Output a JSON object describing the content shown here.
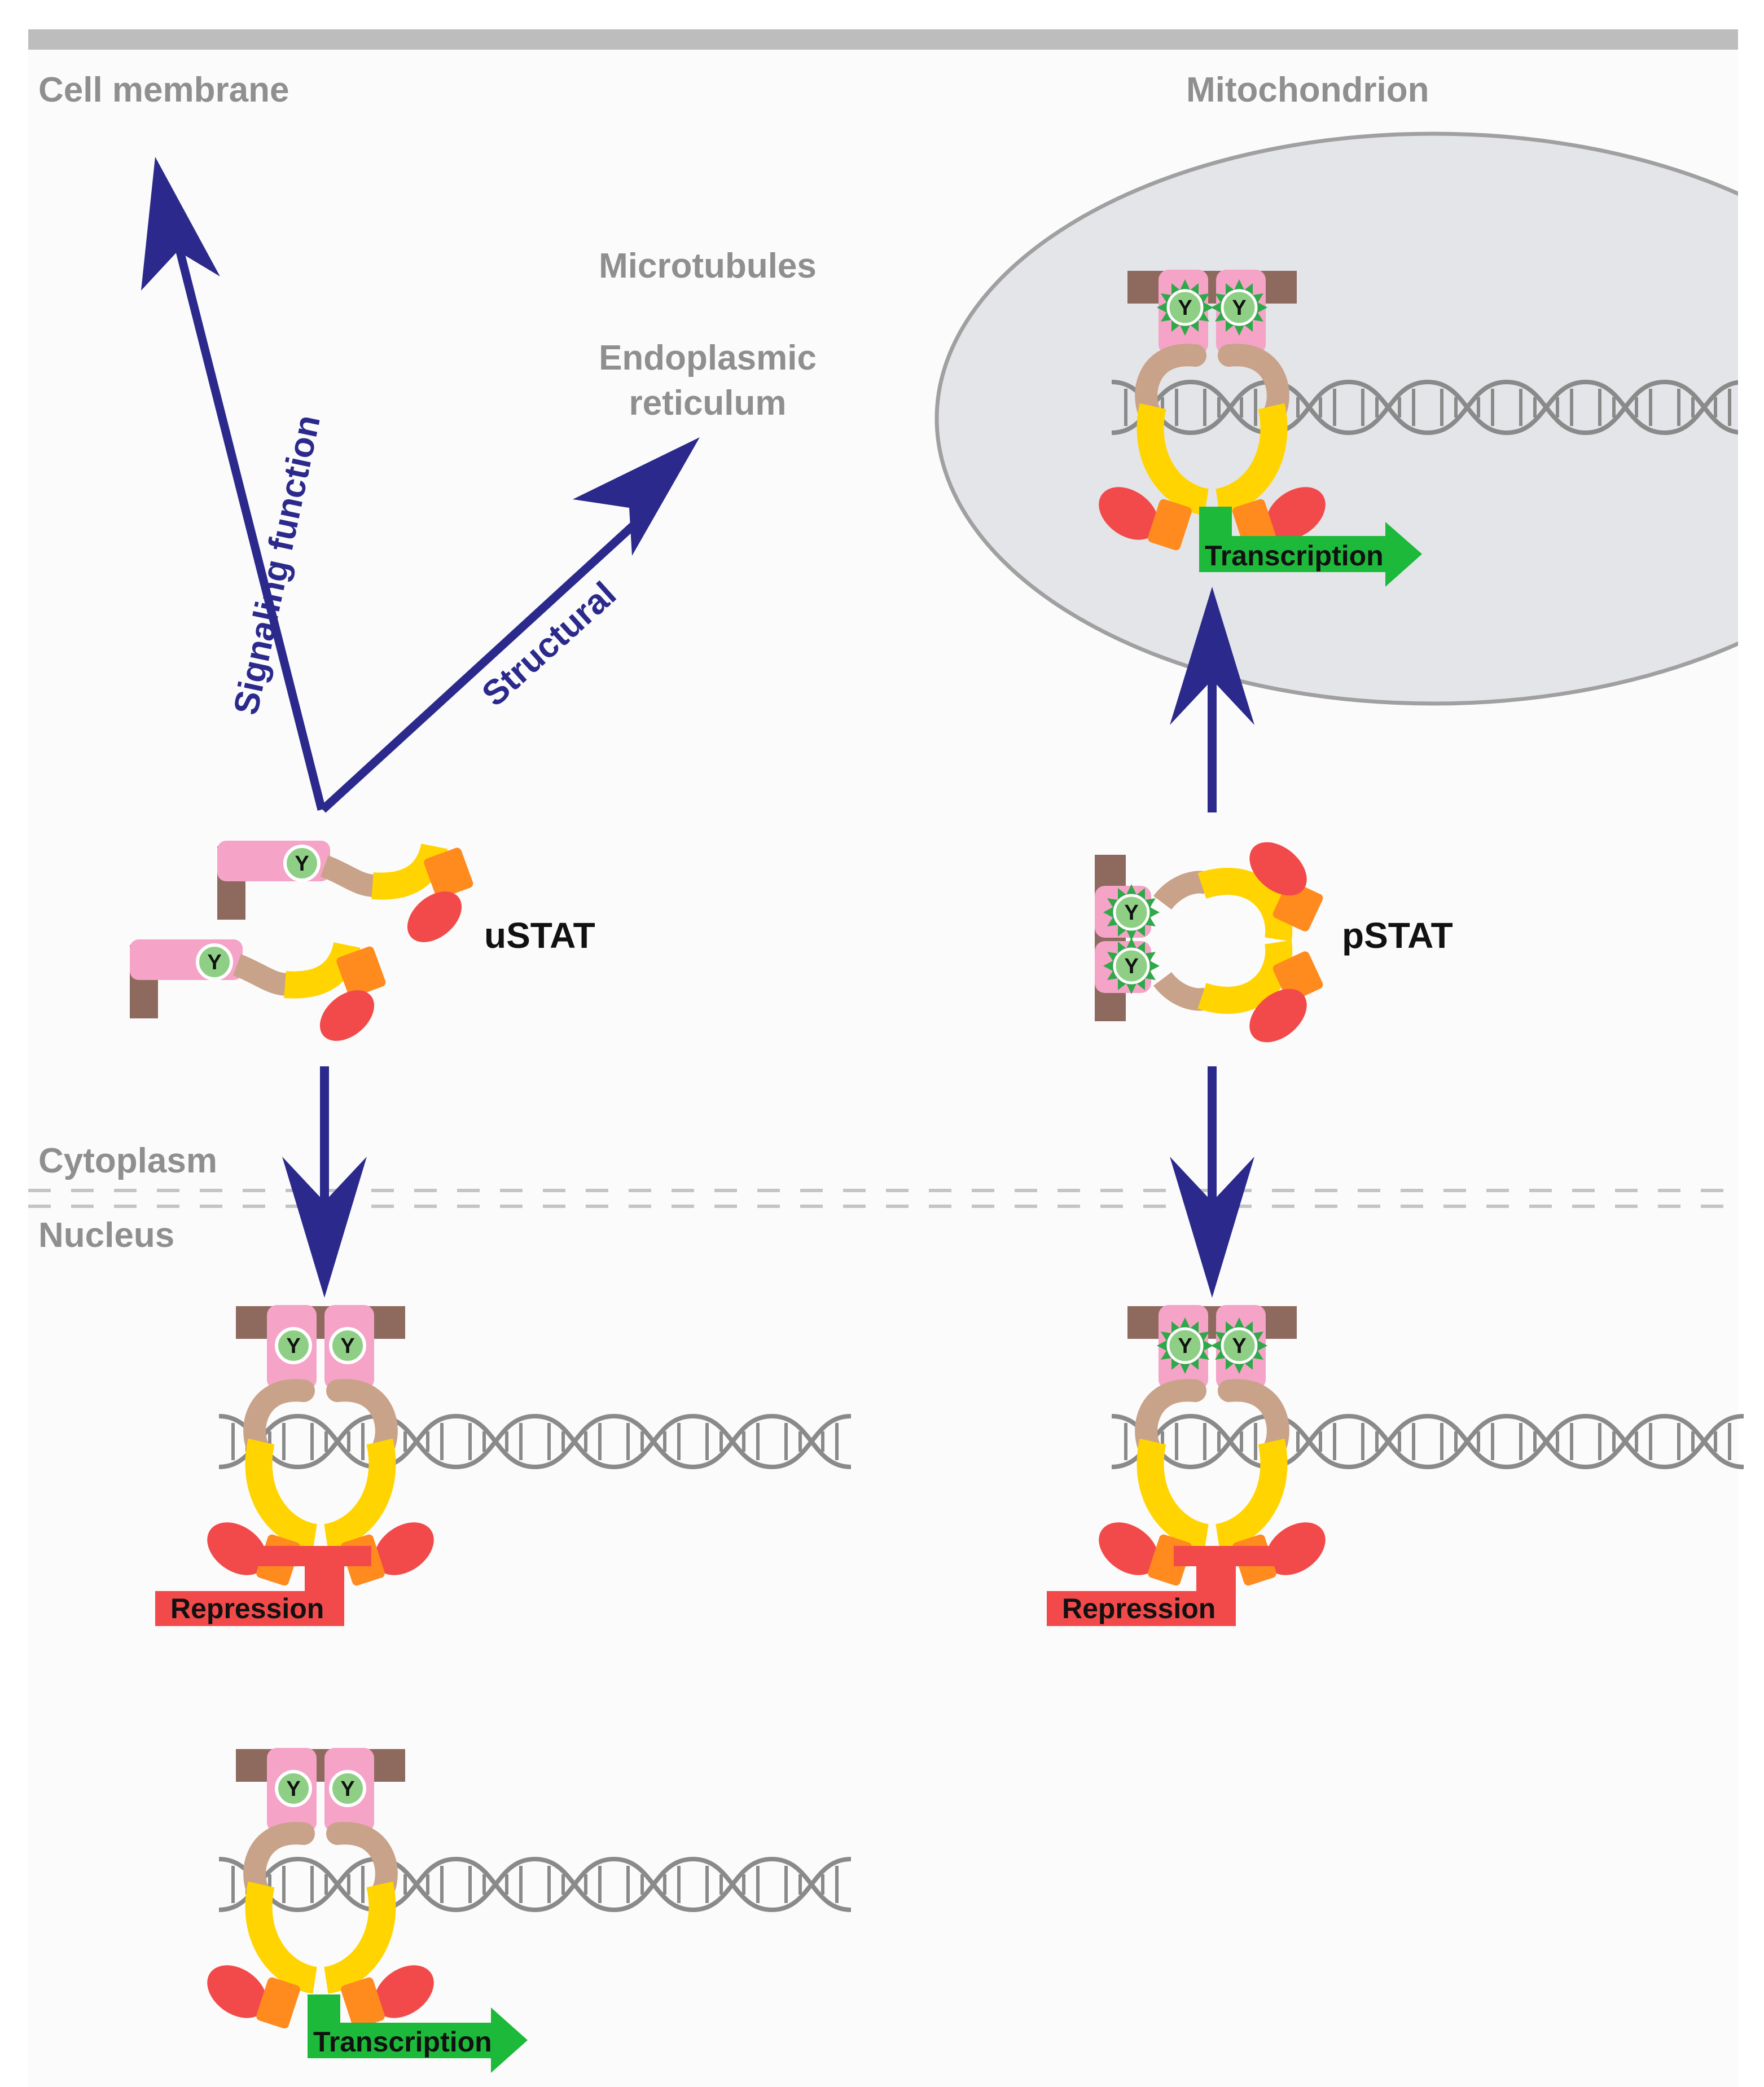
{
  "regions": {
    "cell_membrane": "Cell membrane",
    "mitochondrion": "Mitochondrion",
    "cytoplasm": "Cytoplasm",
    "nucleus": "Nucleus"
  },
  "organelles": {
    "microtubules": "Microtubules",
    "endoplasmic_line1": "Endoplasmic",
    "endoplasmic_line2": "reticulum"
  },
  "arrows": {
    "signaling": "Signaling function",
    "structural": "Structural"
  },
  "stat_labels": {
    "unphosphorylated": "uSTAT",
    "phosphorylated": "pSTAT"
  },
  "outcomes": {
    "transcription": "Transcription",
    "repression": "Repression"
  },
  "residue": "Y",
  "colors": {
    "arrow": "#2b2a8c",
    "transcription": "#1db93a",
    "repression": "#f24a4a",
    "mitochondrion_fill": "#e3e5e8",
    "background_panel": "#fbfbfb",
    "top_bar": "#bdbdbd"
  }
}
